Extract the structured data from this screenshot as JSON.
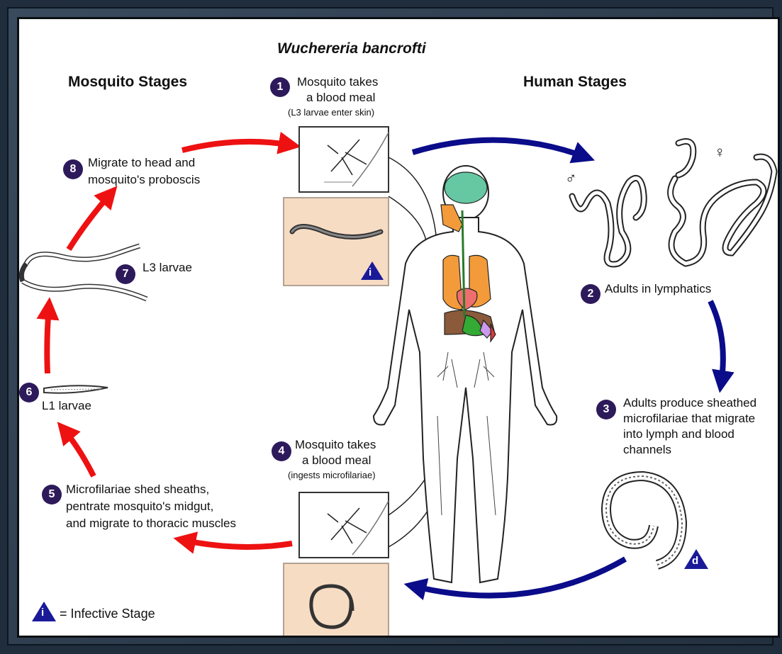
{
  "title": "Wuchereria bancrofti",
  "mosquito_stages_heading": "Mosquito Stages",
  "human_stages_heading": "Human Stages",
  "steps": {
    "s1": {
      "num": "1",
      "line1": "Mosquito takes",
      "line2": "a blood meal",
      "note": "(L3 larvae enter skin)"
    },
    "s2": {
      "num": "2",
      "line1": "Adults in lymphatics"
    },
    "s3": {
      "num": "3",
      "line1": "Adults produce sheathed",
      "line2": "microfilariae that migrate",
      "line3": "into lymph and blood",
      "line4": "channels"
    },
    "s4": {
      "num": "4",
      "line1": "Mosquito takes",
      "line2": "a blood meal",
      "note": "(ingests microfilariae)"
    },
    "s5": {
      "num": "5",
      "line1": "Microfilariae shed sheaths,",
      "line2": "pentrate mosquito's midgut,",
      "line3": "and migrate to thoracic muscles"
    },
    "s6": {
      "num": "6",
      "line1": "L1 larvae"
    },
    "s7": {
      "num": "7",
      "line1": "L3 larvae"
    },
    "s8": {
      "num": "8",
      "line1": "Migrate to head and",
      "line2": "mosquito's proboscis"
    }
  },
  "badges": {
    "infective": "i",
    "diagnostic": "d"
  },
  "symbols": {
    "male": "♂",
    "female": "♀"
  },
  "legend": {
    "badge": "i",
    "text": "= Infective Stage"
  },
  "colors": {
    "mosquito_arrow": "#ee1111",
    "human_arrow": "#0b0c8a",
    "step_badge": "#2d1a5a",
    "peach": "#f7dcc4",
    "badge": "#1a1a99"
  }
}
